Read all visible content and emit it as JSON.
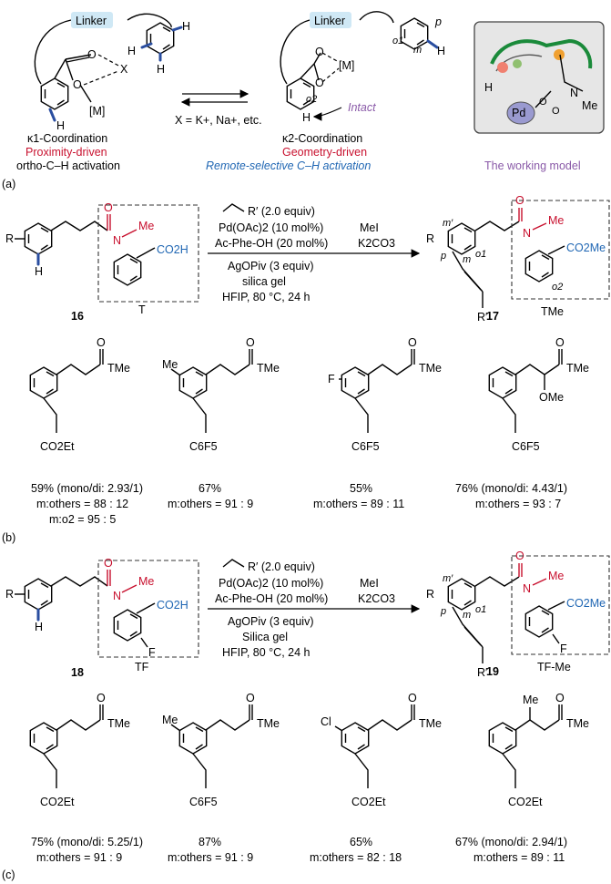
{
  "panel_a": {
    "left": {
      "linker": "Linker",
      "x_label": "X",
      "m_label": "[M]",
      "h_label": "H",
      "caption1": "κ1-Coordination",
      "caption2": "Proximity-driven",
      "caption3": "ortho-C–H activation"
    },
    "equilibrium_label": "X = K+, Na+, etc.",
    "right": {
      "linker": "Linker",
      "p_label": "p",
      "m_pos": "m",
      "o1": "o1",
      "o2": "o2",
      "m_label": "[M]",
      "intact": "Intact",
      "caption1": "κ2-Coordination",
      "caption2": "Geometry-driven",
      "caption3": "Remote-selective C–H activation"
    },
    "model": {
      "pd": "Pd",
      "n": "N",
      "me": "Me",
      "h": "H",
      "caption": "The working model"
    },
    "label": "(a)"
  },
  "panel_b": {
    "substrate_num": "16",
    "template_label": "T",
    "product_num": "17",
    "product_template": "TMe",
    "reagents_above": [
      "R′ (2.0 equiv)",
      "Pd(OAc)2 (10 mol%)",
      "Ac-Phe-OH (20 mol%)"
    ],
    "reagents_below": [
      "AgOPiv (3 equiv)",
      "silica gel",
      "HFIP, 80 °C, 24 h"
    ],
    "second_step": [
      "MeI",
      "K2CO3"
    ],
    "products": [
      {
        "substituent": "CO2Et",
        "lines": [
          "59% (mono/di: 2.93/1)",
          "m:others = 88 : 12",
          "m:o2 = 95 : 5"
        ]
      },
      {
        "substituent": "C6F5",
        "lines": [
          "67%",
          "m:others = 91 : 9"
        ]
      },
      {
        "substituent": "C6F5",
        "lines": [
          "55%",
          "m:others = 89 : 11"
        ]
      },
      {
        "substituent": "C6F5",
        "lines": [
          "76% (mono/di: 4.43/1)",
          "m:others = 93 : 7"
        ]
      }
    ],
    "label": "(b)"
  },
  "panel_c": {
    "substrate_num": "18",
    "template_label": "TF",
    "product_num": "19",
    "product_template": "TF-Me",
    "reagents_above": [
      "R′ (2.0 equiv)",
      "Pd(OAc)2 (10 mol%)",
      "Ac-Phe-OH (20 mol%)"
    ],
    "reagents_below": [
      "AgOPiv (3 equiv)",
      "Silica gel",
      "HFIP, 80 °C, 24 h"
    ],
    "second_step": [
      "MeI",
      "K2CO3"
    ],
    "products": [
      {
        "substituent": "CO2Et",
        "lines": [
          "75% (mono/di: 5.25/1)",
          "m:others = 91 : 9"
        ]
      },
      {
        "substituent": "C6F5",
        "lines": [
          "87%",
          "m:others = 91 : 9"
        ]
      },
      {
        "substituent": "CO2Et",
        "lines": [
          "65%",
          "m:others = 82 : 18"
        ]
      },
      {
        "substituent": "CO2Et",
        "lines": [
          "67% (mono/di: 2.94/1)",
          "m:others = 89 : 11"
        ]
      }
    ],
    "label": "(c)"
  },
  "atoms": {
    "O": "O",
    "N": "N",
    "Me": "Me",
    "R": "R",
    "H": "H",
    "F": "F",
    "Cl": "Cl",
    "OMe": "OMe",
    "CO2H": "CO2H",
    "CO2Me": "CO2Me",
    "Rp": "R′",
    "m_prime": "m′",
    "p": "p",
    "m": "m",
    "o1": "o1",
    "o2": "o2"
  },
  "colors": {
    "red": "#c8102e",
    "blue": "#1f66b3",
    "purple": "#8a5aa8",
    "green": "#1a8a3a",
    "model_bg": "#e6e6e6"
  }
}
